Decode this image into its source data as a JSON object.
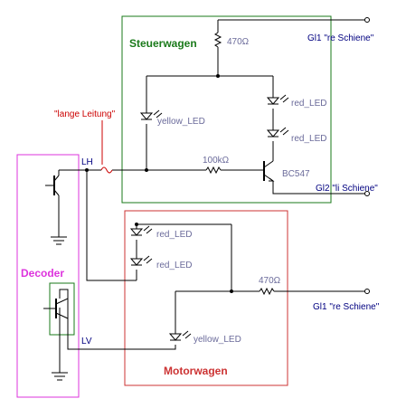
{
  "boxes": {
    "steuerwagen": {
      "label": "Steuerwagen",
      "color": "#1a7a1a"
    },
    "motorwagen": {
      "label": "Motorwagen",
      "color": "#cc3333"
    },
    "decoder": {
      "label": "Decoder",
      "color": "#dd33dd"
    }
  },
  "components": {
    "r_top": "470Ω",
    "led_yellow_top": "yellow_LED",
    "led_red_1": "red_LED",
    "led_red_2": "red_LED",
    "r_base": "100kΩ",
    "transistor": "BC547",
    "led_red_3": "red_LED",
    "led_red_4": "red_LED",
    "r_motor": "470Ω",
    "led_yellow_bottom": "yellow_LED"
  },
  "nets": {
    "gl1_top": "Gl1 \"re Schiene\"",
    "gl2": "Gl2 \"li Schiene\"",
    "gl1_bottom": "Gl1 \"re Schiene\"",
    "lh": "LH",
    "lv": "LV"
  },
  "annotations": {
    "long_wire": "\"lange Leitung\""
  }
}
